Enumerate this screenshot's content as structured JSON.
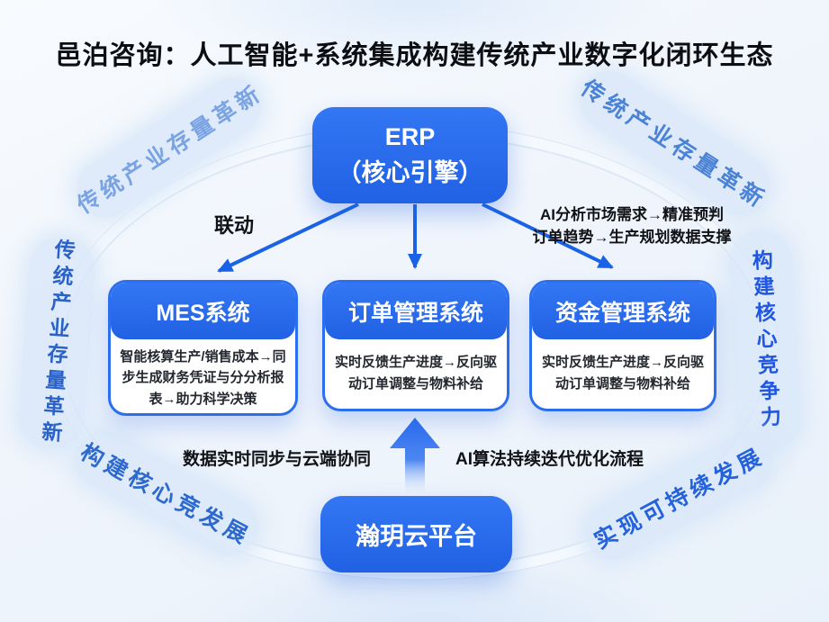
{
  "title": "邑泊咨询：人工智能+系统集成构建传统产业数字化闭环生态",
  "erp": {
    "line1": "ERP",
    "line2": "（核心引擎）"
  },
  "systems": [
    {
      "title": "MES系统",
      "desc": "智能核算生产/销售成本→同步生成财务凭证与分分析报表→助力科学决策"
    },
    {
      "title": "订单管理系统",
      "desc": "实时反馈生产进度→反向驱动订单调整与物料补给"
    },
    {
      "title": "资金管理系统",
      "desc": "实时反馈生产进度→反向驱动订单调整与物料补给"
    }
  ],
  "cloud": {
    "title": "瀚玥云平台"
  },
  "edge_labels": {
    "erp_mes": "联动",
    "erp_fund_line1": "AI分析市场需求→精准预判",
    "erp_fund_line2": "订单趋势→生产规划数据支撑",
    "cloud_left": "数据实时同步与云端协同",
    "cloud_right": "AI算法持续迭代优化流程"
  },
  "ring_labels": {
    "top_left": "传统产业存量革新",
    "top_right": "传统产业存量革新",
    "left": "传统产业存量革新",
    "right": "构建核心竞争力",
    "bottom_left": "构建核心竞发展",
    "bottom_right": "实现可持续发展"
  },
  "colors": {
    "node_blue_top": "#3377f4",
    "node_blue_bottom": "#2161e4",
    "arrow_blue": "#1a63e6",
    "ring_band": "#f4f9fe",
    "ring_edge": "#d9e6f5",
    "capsule_bg": "#d8e7f8",
    "title_text": "#0c0e12",
    "body_text": "#23272e"
  }
}
